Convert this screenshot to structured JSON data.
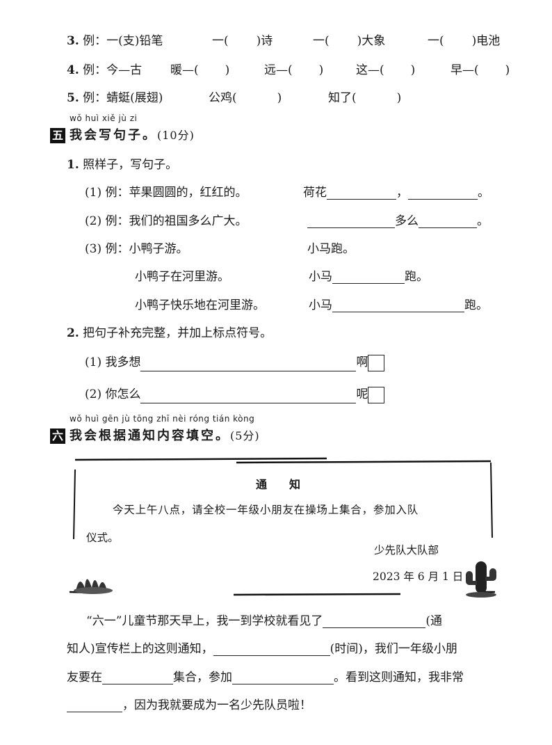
{
  "q3": {
    "num": "3.",
    "example": "例：一(支)铅笔",
    "items": [
      "一(",
      "一(",
      "一("
    ],
    "mid": ")诗",
    "i1_pre": "一(",
    "i1_post": ")诗",
    "i2_pre": "一(",
    "i2_post": ")大象",
    "i3_pre": "一(",
    "i3_post": ")电池"
  },
  "q4": {
    "num": "4.",
    "example": "例：今—古",
    "a": "暖—(",
    "a_end": ")",
    "b": "远—(",
    "b_end": ")",
    "c": "这—(",
    "c_end": ")",
    "d": "早—(",
    "d_end": ")"
  },
  "q5": {
    "num": "5.",
    "example": "例：蜻蜓(展翅)",
    "a": "公鸡(",
    "a_end": ")",
    "b": "知了(",
    "b_end": ")"
  },
  "sec5": {
    "pinyin": "wǒ huì xiě jù zi",
    "num": "五",
    "title": "我会写句子。",
    "score": "(10分)"
  },
  "s5q1": {
    "num": "1.",
    "text": "照样子，写句子。",
    "r1_label": "(1) 例：苹果圆圆的，红红的。",
    "r1_word": "荷花",
    "r1_comma": "，",
    "r1_end": "。",
    "r2_label": "(2) 例：我们的祖国多么广大。",
    "r2_mid": "多么",
    "r2_end": "。",
    "r3_label": "(3) 例：小鸭子游。",
    "r3_right": "小马跑。",
    "r3b_left": "小鸭子在河里游。",
    "r3b_pre": "小马",
    "r3b_end": "跑。",
    "r3c_left": "小鸭子快乐地在河里游。",
    "r3c_pre": "小马",
    "r3c_end": "跑。"
  },
  "s5q2": {
    "num": "2.",
    "text": "把句子补充完整，并加上标点符号。",
    "r1_label": "(1) 我多想",
    "r1_end": "啊",
    "r2_label": "(2) 你怎么",
    "r2_end": "呢"
  },
  "sec6": {
    "pinyin": "wǒ huì gēn jù tōng zhī nèi róng tián kòng",
    "num": "六",
    "title": "我会根据通知内容填空。",
    "score": "(5分)"
  },
  "notice": {
    "title": "通　　知",
    "body1": "今天上午八点，请全校一年级小朋友在操场上集合，参加入队",
    "body2": "仪式。",
    "org": "少先队大队部",
    "date": "2023 年 6 月 1 日"
  },
  "para": {
    "l1a": "“六一”儿童节那天早上，我一到学校就看见了",
    "l1b": "(通",
    "l2a": "知人)宣传栏上的这则通知，",
    "l2b": "(时间)，我们一年级小朋",
    "l3a": "友要在",
    "l3b": "集合，参加",
    "l3c": "。看到这则通知，我非常",
    "l4a": "，因为我就要成为一名少先队员啦！"
  }
}
